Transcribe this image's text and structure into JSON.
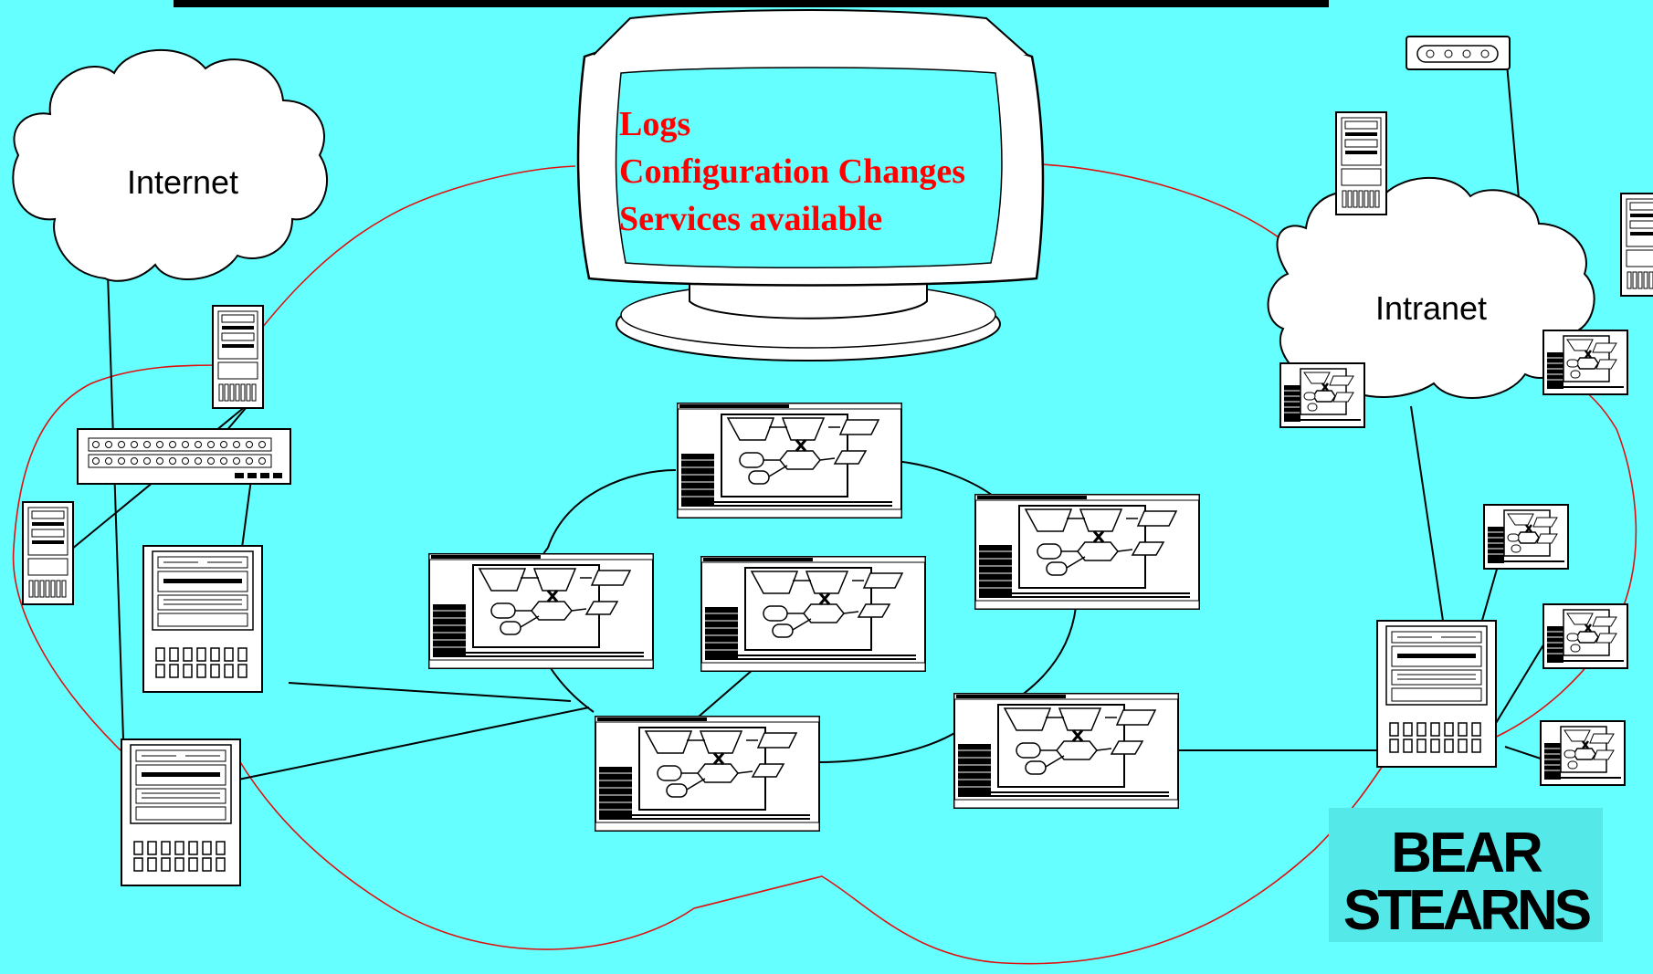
{
  "colors": {
    "background": "#66ffff",
    "topbar": "#000000",
    "screen": "#66ffff",
    "overlay_text": "#ff0000",
    "boundary_line": "#e01010",
    "logo_box": "#55e8e8",
    "stroke": "#000000",
    "panel": "#ffffff"
  },
  "labels": {
    "internet": "Internet",
    "intranet": "Intranet"
  },
  "monitor": {
    "lines": [
      "Logs",
      "Configuration Changes",
      "Services available"
    ]
  },
  "logo": {
    "line1": "BEAR",
    "line2": "STEARNS"
  },
  "icons": {
    "cloud": "cloud-icon",
    "server": "server-tower-icon",
    "workstation": "workstation-icon",
    "monitor": "monitor-icon",
    "hub": "network-hub-icon",
    "modem": "modem-icon",
    "console": "management-console-icon"
  }
}
